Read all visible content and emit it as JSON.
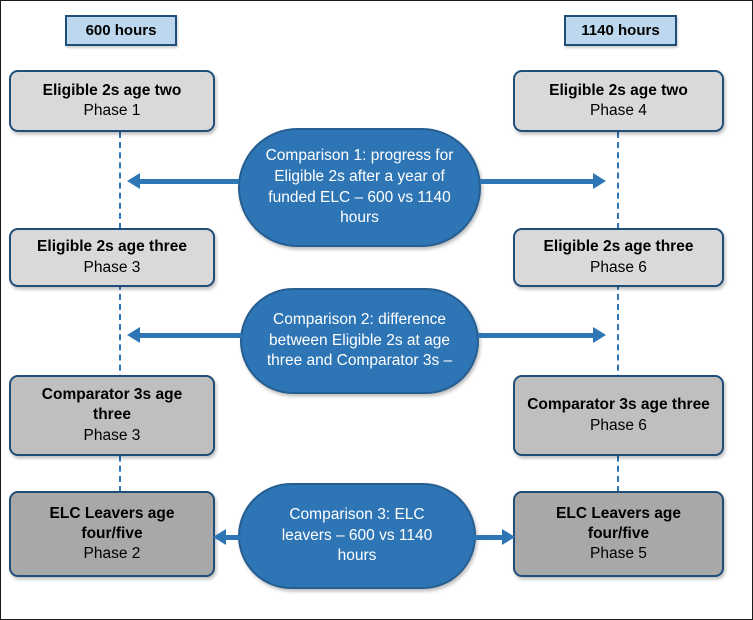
{
  "headers": {
    "left": "600 hours",
    "right": "1140 hours"
  },
  "boxes": {
    "left": [
      {
        "title": "Eligible 2s age two",
        "phase": "Phase 1"
      },
      {
        "title": "Eligible 2s age three",
        "phase": "Phase 3"
      },
      {
        "title": "Comparator 3s age three",
        "phase": "Phase 3"
      },
      {
        "title": "ELC Leavers age four/five",
        "phase": "Phase 2"
      }
    ],
    "right": [
      {
        "title": "Eligible 2s age two",
        "phase": "Phase 4"
      },
      {
        "title": "Eligible 2s age three",
        "phase": "Phase 6"
      },
      {
        "title": "Comparator 3s age three",
        "phase": "Phase 6"
      },
      {
        "title": "ELC Leavers age four/five",
        "phase": "Phase 5"
      }
    ]
  },
  "comparisons": [
    {
      "text": "Comparison 1: progress for Eligible 2s after a year of funded ELC – 600 vs 1140 hours"
    },
    {
      "text": "Comparison 2: difference between Eligible 2s at age three and Comparator 3s –"
    },
    {
      "text": "Comparison 3: ELC leavers – 600 vs 1140 hours"
    }
  ],
  "colors": {
    "bubble_fill": "#2E75B6",
    "bubble_border": "#255E91",
    "bubble_text": "#FFFFFF",
    "box_border": "#1F4E79",
    "header_fill": "#BDD7EE",
    "box_light": "#D9D9D9",
    "box_medium": "#BFBFBF",
    "box_dark": "#A8A8A8",
    "arrow": "#2E75B6",
    "line": "#2E75B6",
    "text": "#000000"
  }
}
